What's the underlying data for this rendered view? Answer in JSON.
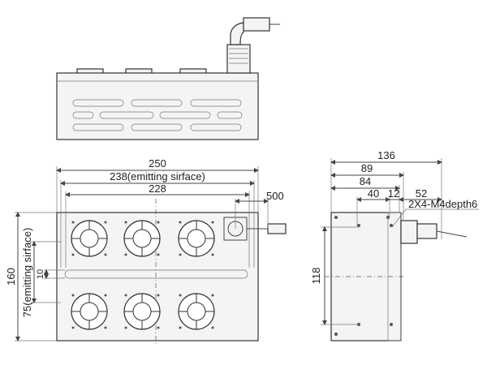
{
  "front_view": {
    "width_total": "250",
    "width_emitting": "238(emitting sirface)",
    "width_inner": "228",
    "cable_length": "500",
    "height_total": "160",
    "height_emitting": "75(emitting sirface)",
    "slot_height": "10"
  },
  "side_view": {
    "depth_total": "136",
    "depth_89": "89",
    "depth_84": "84",
    "dim_40": "40",
    "dim_12": "12",
    "dim_52": "52",
    "height_118": "118",
    "thread_note": "2X4-M4depth6"
  }
}
